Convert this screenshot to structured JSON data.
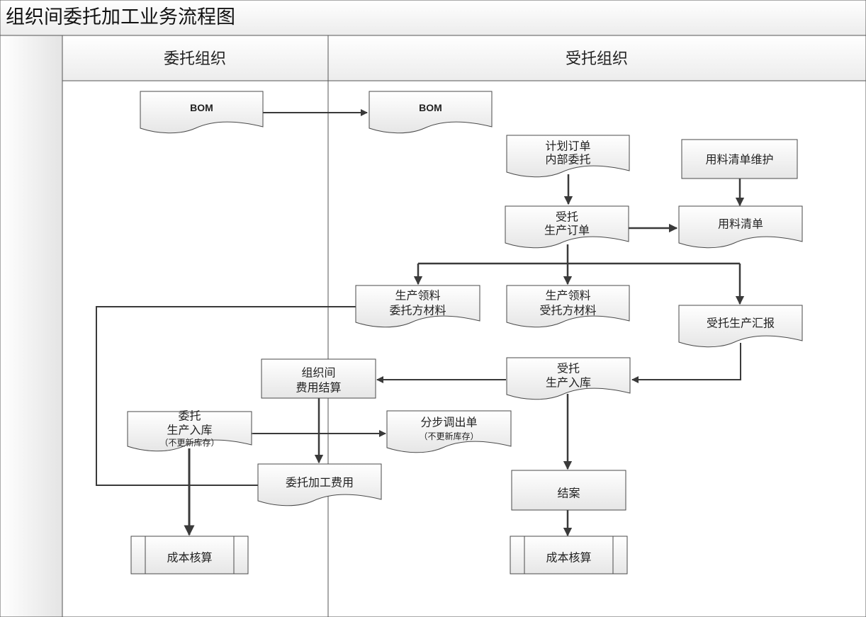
{
  "title": "组织间委托加工业务流程图",
  "lanes": {
    "left": "委托组织",
    "right": "受托组织"
  },
  "nodes": {
    "bom_left": [
      "BOM"
    ],
    "bom_right": [
      "BOM"
    ],
    "plan_order": [
      "计划订单",
      "内部委托"
    ],
    "material_maint": [
      "用料清单维护"
    ],
    "prod_order": [
      "受托",
      "生产订单"
    ],
    "material_list": [
      "用料清单"
    ],
    "pick_client": [
      "生产领料",
      "委托方材料"
    ],
    "pick_contractor": [
      "生产领料",
      "受托方材料"
    ],
    "prod_report": [
      "受托生产汇报"
    ],
    "settlement": [
      "组织间",
      "费用结算"
    ],
    "prod_in": [
      "受托",
      "生产入库"
    ],
    "client_in": [
      "委托",
      "生产入库",
      "（不更新库存）"
    ],
    "transfer": [
      "分步调出单",
      "（不更新库存）"
    ],
    "proc_fee": [
      "委托加工费用"
    ],
    "close": [
      "结案"
    ],
    "cost_left": [
      "成本核算"
    ],
    "cost_right": [
      "成本核算"
    ]
  }
}
